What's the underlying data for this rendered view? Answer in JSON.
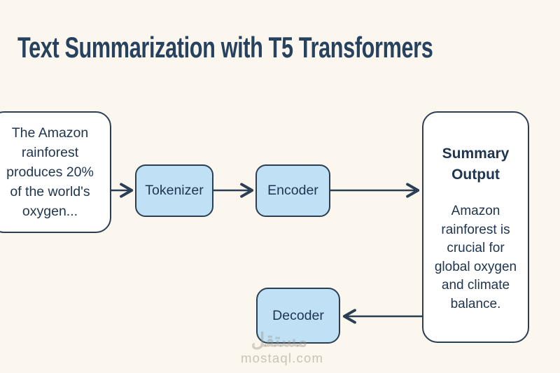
{
  "title": "Text Summarization with T5 Transformers",
  "colors": {
    "background": "#FBF7EE",
    "title_navy": "#27425E",
    "box_border": "#2B3F54",
    "blue_fill": "#C0E1F5",
    "white_fill": "#FFFFFF",
    "text_navy": "#1E3550"
  },
  "flow": {
    "input": {
      "text": "The Amazon\nrainforest\nproduces 20%\nof the world's\noxygen..."
    },
    "tokenizer": {
      "label": "Tokenizer"
    },
    "encoder": {
      "label": "Encoder"
    },
    "decoder": {
      "label": "Decoder"
    },
    "summary": {
      "heading": "Summary\nOutput",
      "body": "Amazon\nrainforest is\ncrucial for\nglobal oxygen\nand climate\nbalance."
    }
  },
  "watermark": {
    "brand_arabic": "مستقل",
    "brand_domain": "mostaql.com"
  }
}
